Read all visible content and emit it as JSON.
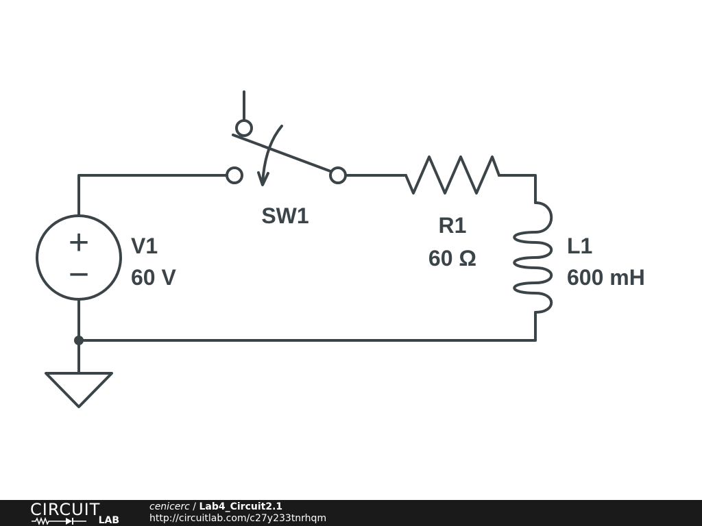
{
  "schematic": {
    "source": {
      "name": "V1",
      "value": "60 V",
      "plus": "+",
      "minus": "−"
    },
    "switch": {
      "name": "SW1"
    },
    "resistor": {
      "name": "R1",
      "value": "60 Ω"
    },
    "inductor": {
      "name": "L1",
      "value": "600 mH"
    }
  },
  "footer": {
    "logo_top": "CIRCUIT",
    "logo_bottom": "LAB",
    "user": "cenicerc",
    "separator": " / ",
    "title": "Lab4_Circuit2.1",
    "url": "http://circuitlab.com/c27y233tnrhqm"
  }
}
